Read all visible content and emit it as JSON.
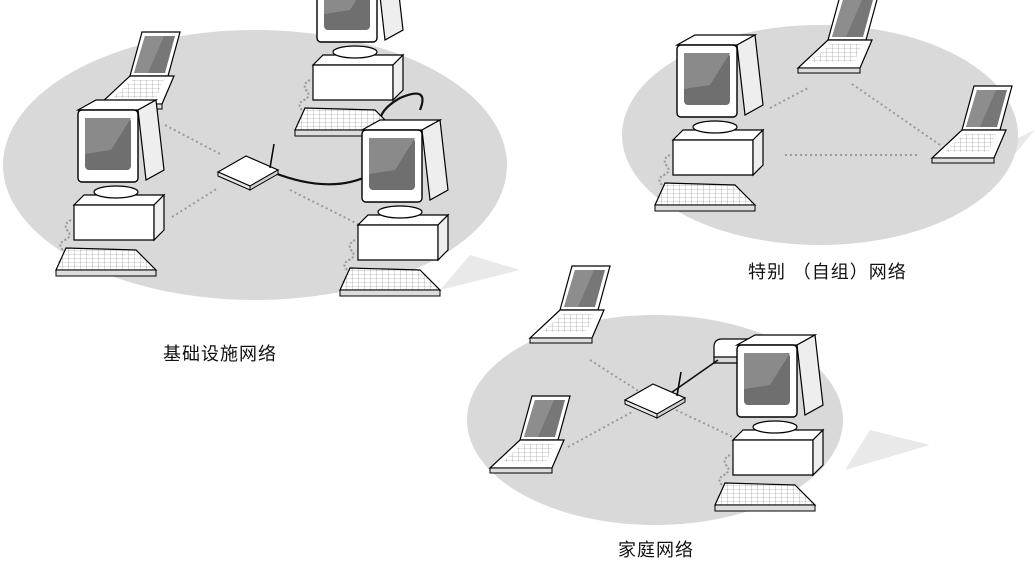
{
  "diagrams": {
    "infrastructure": {
      "caption": "基础设施网络"
    },
    "adhoc": {
      "caption": "特别 （自组）网络"
    },
    "home": {
      "caption": "家庭网络"
    }
  },
  "colors": {
    "background": "#ffffff",
    "zone_fill": "#d9d9d9",
    "zone_shadow": "#e6e6e6",
    "device_fill": "#ffffff",
    "outline": "#000000",
    "wave": "#9a9a9a",
    "cable": "#111111"
  },
  "icons": {
    "desktop": "desktop-computer-icon",
    "laptop": "laptop-icon",
    "access_point": "wireless-access-point-icon",
    "modem": "broadband-modem-icon"
  }
}
